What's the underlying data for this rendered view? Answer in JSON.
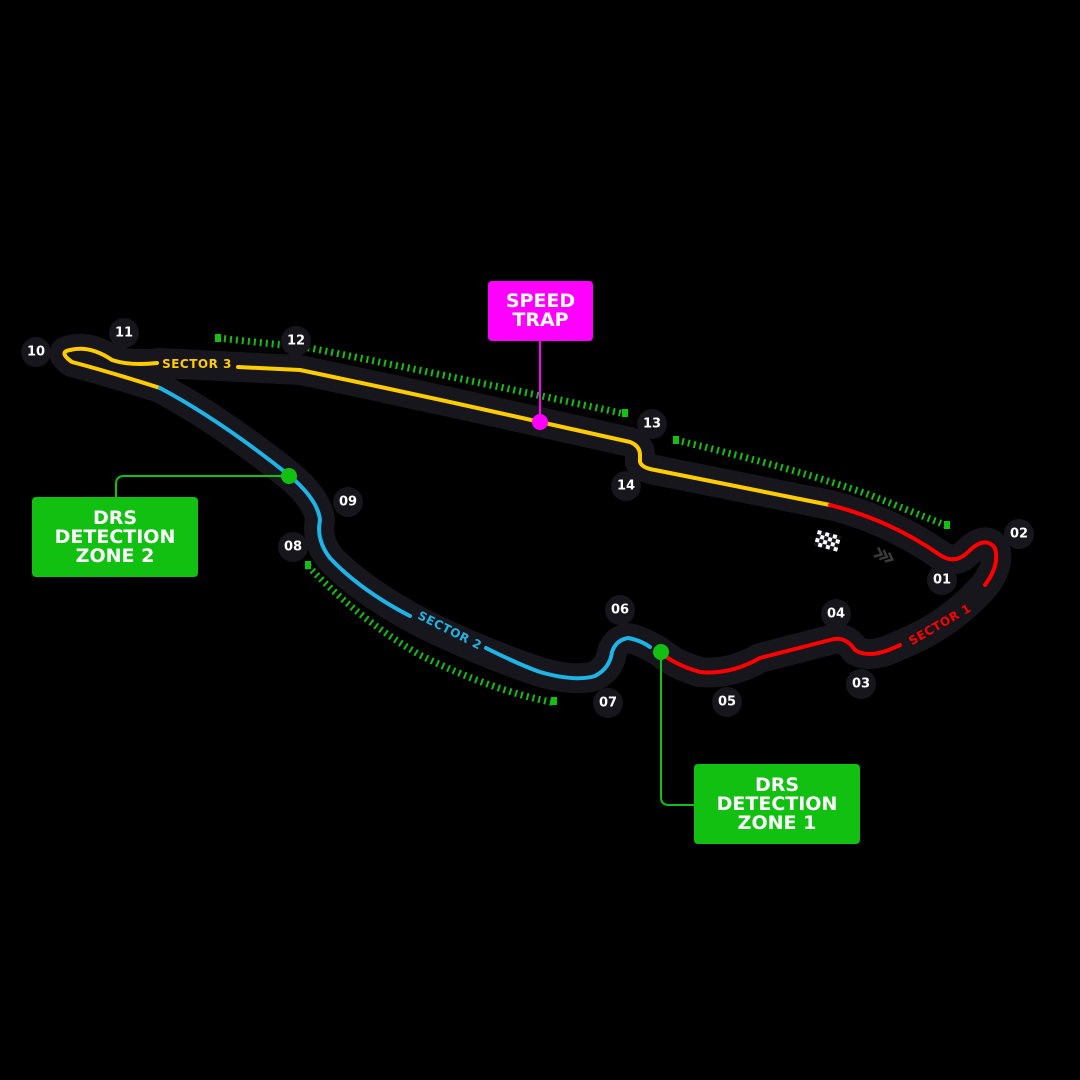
{
  "colors": {
    "background": "#000000",
    "track_base": "#16161c",
    "sector_1": "#ff0000",
    "sector_2": "#1eb4e6",
    "sector_3": "#ffcc00",
    "drs_zone": "#12c012",
    "speed_trap": "#ff00ff",
    "turn_badge": "#16161c",
    "label_text": "#ffffff"
  },
  "sectors": [
    {
      "id": 1,
      "label": "SECTOR 1"
    },
    {
      "id": 2,
      "label": "SECTOR 2"
    },
    {
      "id": 3,
      "label": "SECTOR 3"
    }
  ],
  "turns": [
    "01",
    "02",
    "03",
    "04",
    "05",
    "06",
    "07",
    "08",
    "09",
    "10",
    "11",
    "12",
    "13",
    "14"
  ],
  "callouts": {
    "speed_trap": {
      "lines": [
        "SPEED",
        "TRAP"
      ]
    },
    "drs_detection_1": {
      "lines": [
        "DRS",
        "DETECTION",
        "ZONE 1"
      ]
    },
    "drs_detection_2": {
      "lines": [
        "DRS",
        "DETECTION",
        "ZONE 2"
      ]
    }
  },
  "icons": {
    "start_finish": "checkered-flag",
    "direction": "chevron-double-right"
  },
  "drs_zones_count": 3
}
